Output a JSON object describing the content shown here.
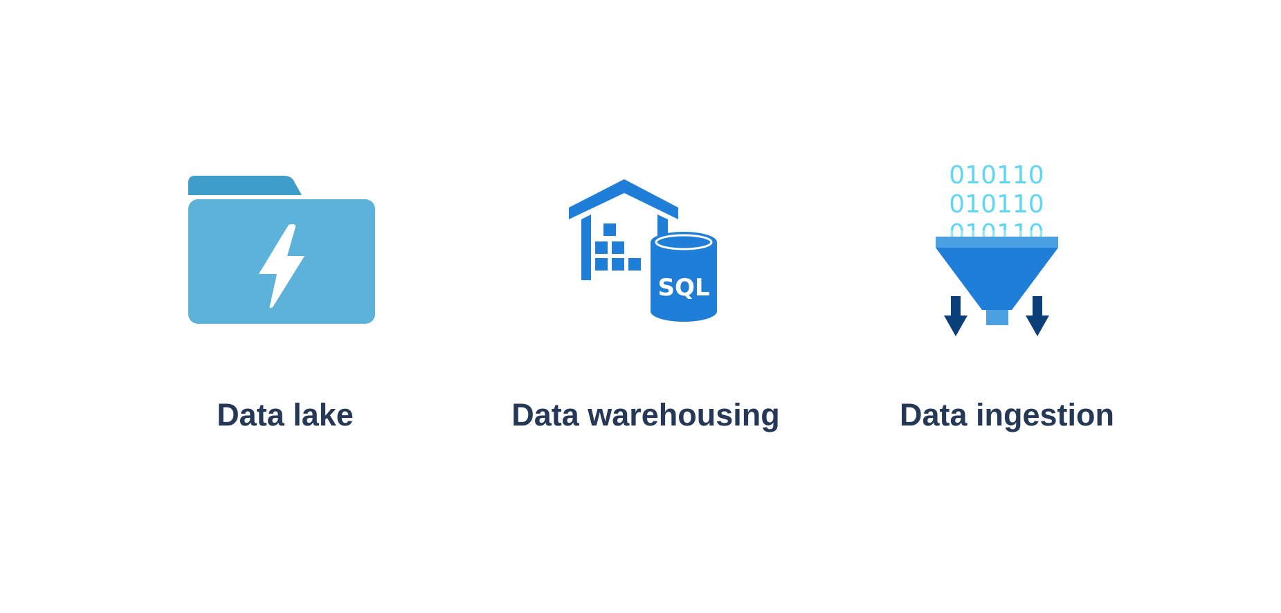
{
  "items": [
    {
      "label": "Data lake",
      "icon": "folder-lightning-icon"
    },
    {
      "label": "Data warehousing",
      "icon": "warehouse-sql-icon",
      "badge": "SQL"
    },
    {
      "label": "Data ingestion",
      "icon": "funnel-binary-icon",
      "binary_rows": [
        "010110",
        "010110",
        "010110"
      ]
    }
  ],
  "colors": {
    "background": "#ffffff",
    "label_text": "#253858",
    "folder_body": "#5db2da",
    "folder_tab": "#3f9dcc",
    "warehouse_blue": "#1f7fd8",
    "funnel_blue": "#1f7fd8",
    "funnel_rim": "#4aa0e0",
    "binary_cyan": "#5ed7f5",
    "arrow_dark": "#0a3f7a"
  }
}
